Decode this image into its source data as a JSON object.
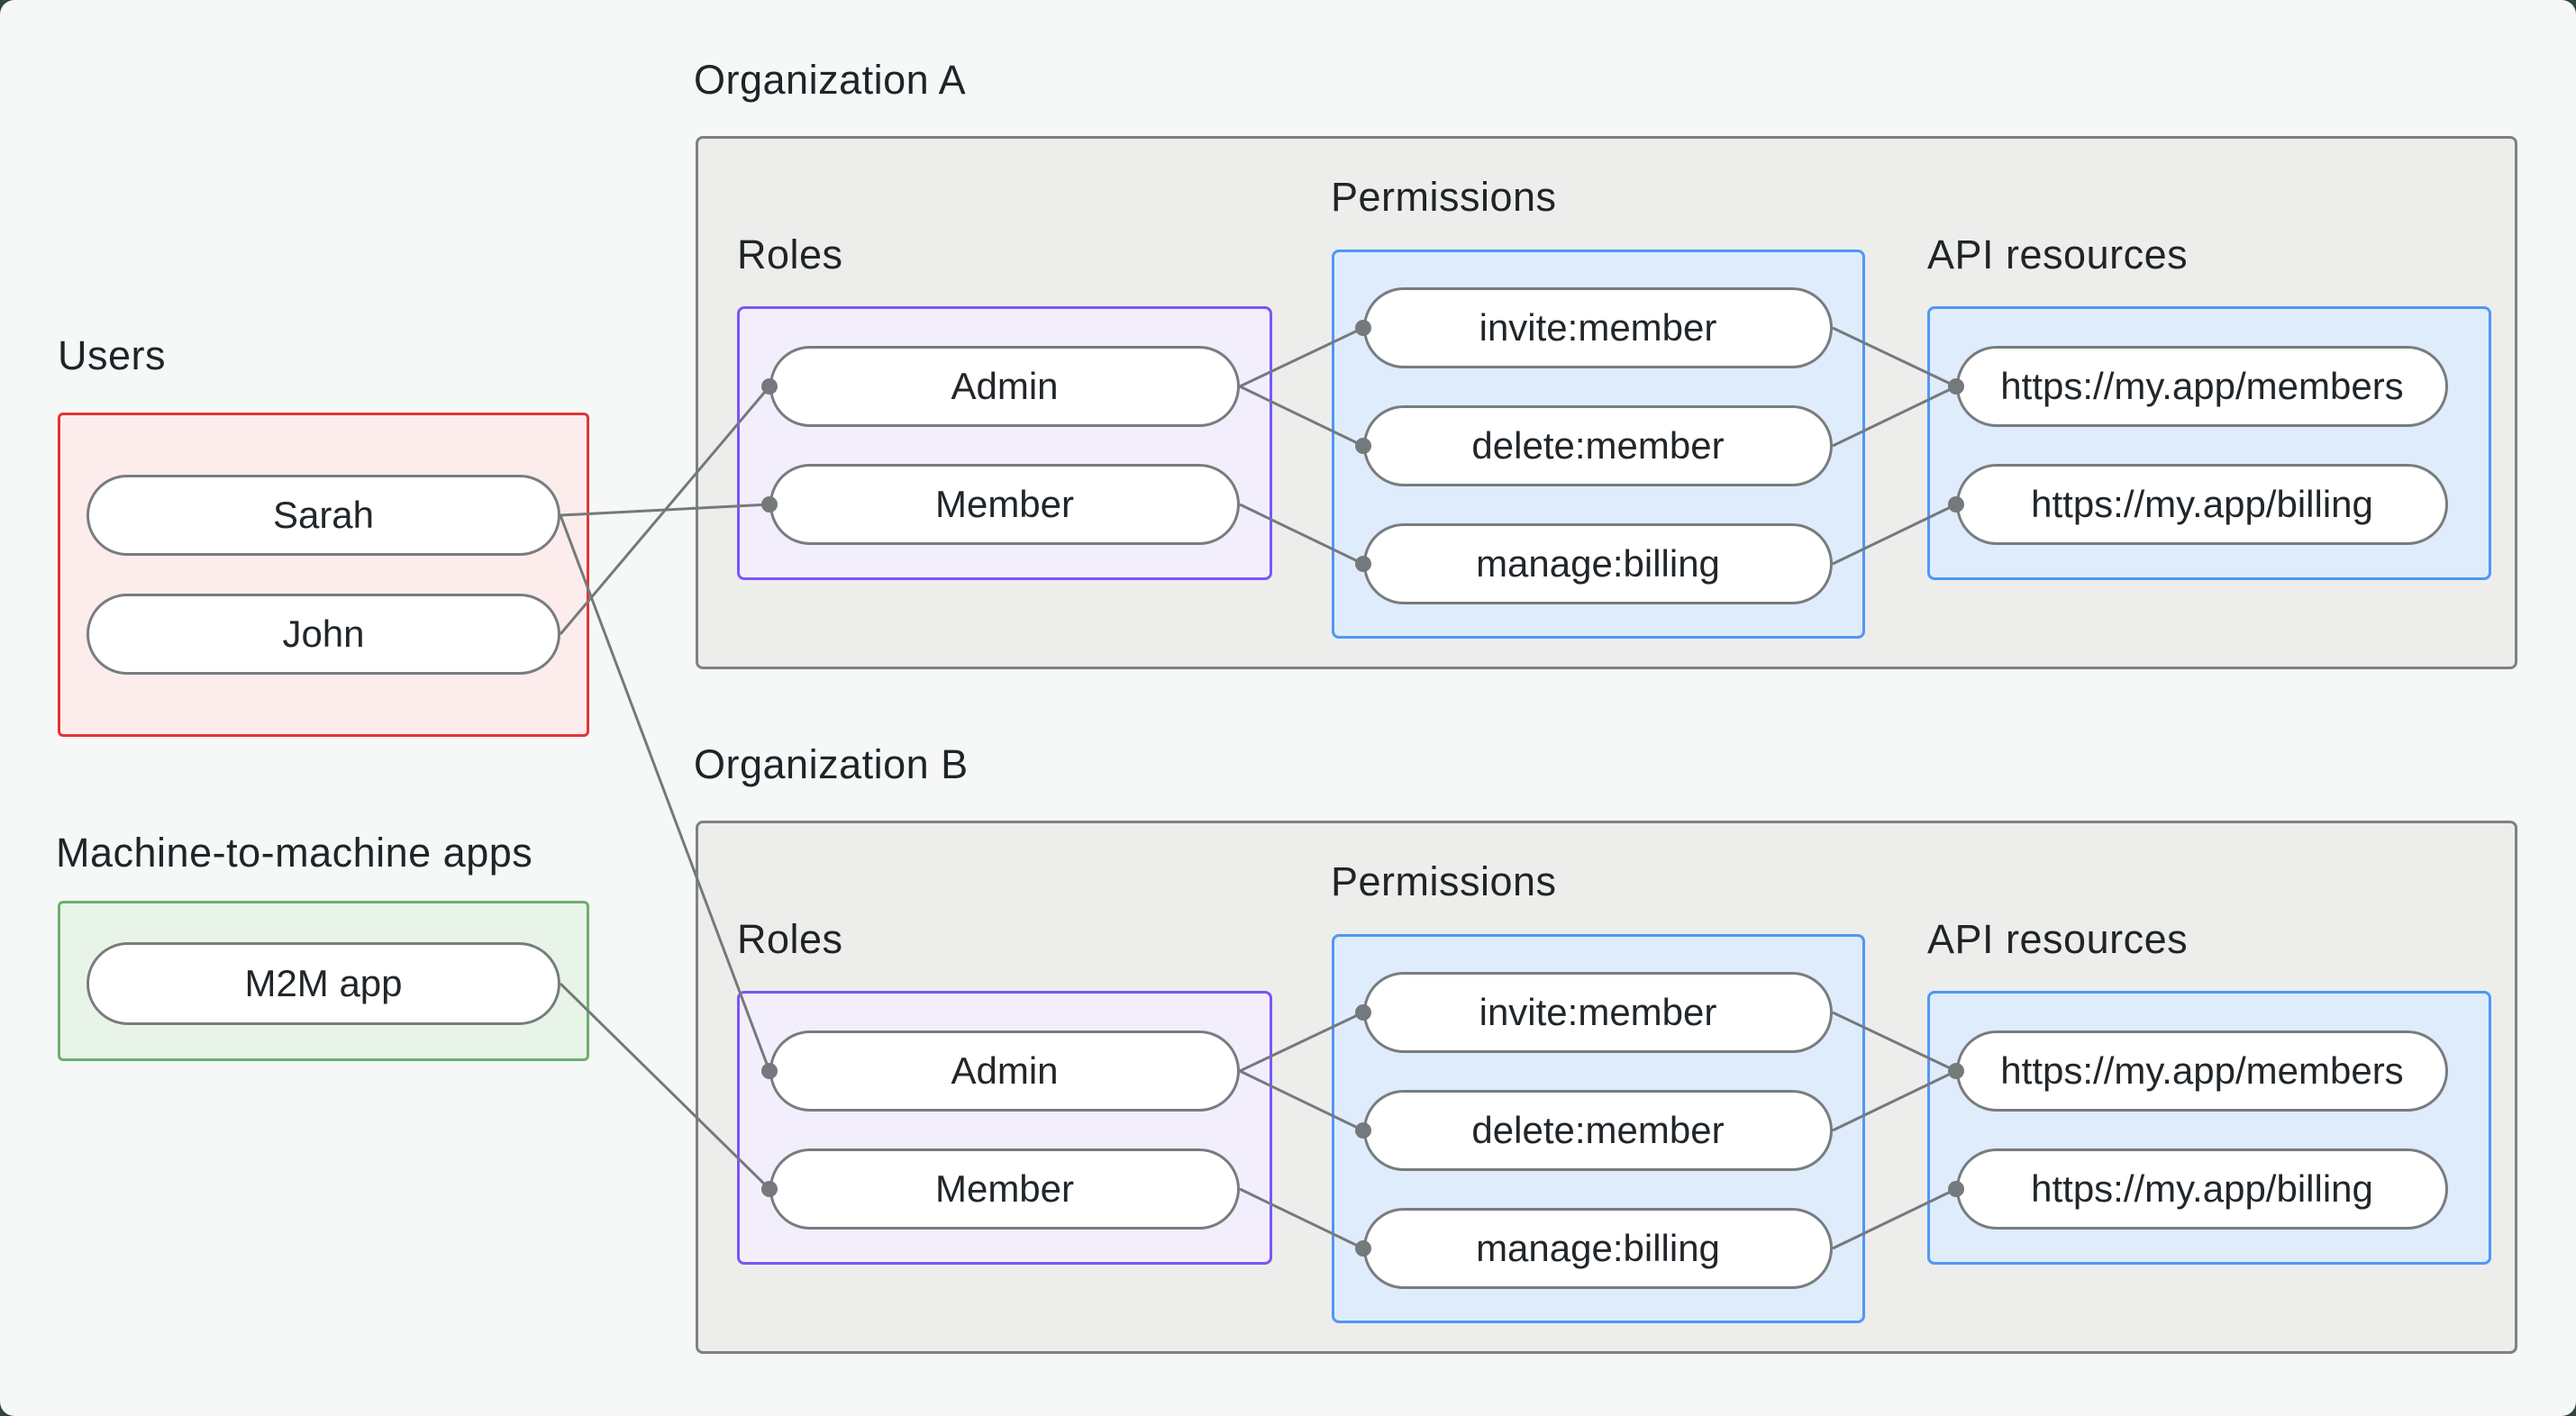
{
  "page": {
    "background_color": "#f6f7f7",
    "frame_color": "#31473a"
  },
  "palette": {
    "connector_line": "#75797b",
    "connector_dot": "#75797b",
    "pill_border": "#787c7e",
    "text": "#1f2428",
    "users_box_border": "#e23434",
    "users_box_fill": "#fdecec",
    "m2m_box_border": "#6bb06d",
    "m2m_box_fill": "#e9f4e9",
    "org_box_border": "#7c8281",
    "org_box_fill": "#ededec",
    "roles_box_border": "#7b55f6",
    "roles_box_fill": "#f3eefc",
    "permissions_box_border": "#4f97f6",
    "permissions_box_fill": "#deecfb"
  },
  "users_group": {
    "label": "Users",
    "members": [
      {
        "label": "Sarah"
      },
      {
        "label": "John"
      }
    ]
  },
  "m2m_group": {
    "label": "Machine-to-machine apps",
    "members": [
      {
        "label": "M2M app"
      }
    ]
  },
  "organizations": [
    {
      "label": "Organization A",
      "roles_label": "Roles",
      "permissions_label": "Permissions",
      "api_label": "API resources",
      "roles": [
        {
          "label": "Admin"
        },
        {
          "label": "Member"
        }
      ],
      "permissions": [
        {
          "label": "invite:member"
        },
        {
          "label": "delete:member"
        },
        {
          "label": "manage:billing"
        }
      ],
      "api_resources": [
        {
          "label": "https://my.app/members"
        },
        {
          "label": "https://my.app/billing"
        }
      ]
    },
    {
      "label": "Organization B",
      "roles_label": "Roles",
      "permissions_label": "Permissions",
      "api_label": "API resources",
      "roles": [
        {
          "label": "Admin"
        },
        {
          "label": "Member"
        }
      ],
      "permissions": [
        {
          "label": "invite:member"
        },
        {
          "label": "delete:member"
        },
        {
          "label": "manage:billing"
        }
      ],
      "api_resources": [
        {
          "label": "https://my.app/members"
        },
        {
          "label": "https://my.app/billing"
        }
      ]
    }
  ],
  "connections": [
    {
      "from": "Sarah",
      "to": "Organization A / Member"
    },
    {
      "from": "John",
      "to": "Organization A / Admin"
    },
    {
      "from": "Sarah",
      "to": "Organization B / Admin"
    },
    {
      "from": "M2M app",
      "to": "Organization B / Member"
    },
    {
      "from": "Organization A / Admin",
      "to": "Organization A / invite:member"
    },
    {
      "from": "Organization A / Admin",
      "to": "Organization A / delete:member"
    },
    {
      "from": "Organization A / Member",
      "to": "Organization A / manage:billing"
    },
    {
      "from": "Organization A / invite:member",
      "to": "Organization A / https://my.app/members"
    },
    {
      "from": "Organization A / delete:member",
      "to": "Organization A / https://my.app/members"
    },
    {
      "from": "Organization A / manage:billing",
      "to": "Organization A / https://my.app/billing"
    },
    {
      "from": "Organization B / Admin",
      "to": "Organization B / invite:member"
    },
    {
      "from": "Organization B / Admin",
      "to": "Organization B / delete:member"
    },
    {
      "from": "Organization B / Member",
      "to": "Organization B / manage:billing"
    },
    {
      "from": "Organization B / invite:member",
      "to": "Organization B / https://my.app/members"
    },
    {
      "from": "Organization B / delete:member",
      "to": "Organization B / https://my.app/members"
    },
    {
      "from": "Organization B / manage:billing",
      "to": "Organization B / https://my.app/billing"
    }
  ]
}
